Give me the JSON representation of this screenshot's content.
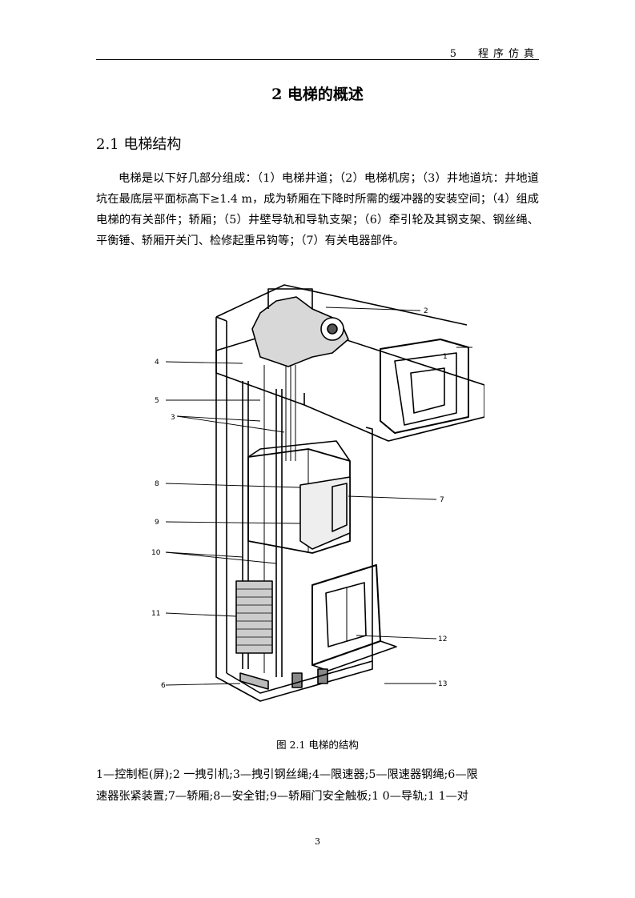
{
  "header": {
    "chapter_number": "5",
    "chapter_name": "程序仿真"
  },
  "chapter_title": "2 电梯的概述",
  "section_title": "2.1 电梯结构",
  "paragraph": "电梯是以下好几部分组成：（1）电梯井道；（2）电梯机房；（3）井地道坑：井地道坑在最底层平面标高下≥1.4 m，成为轿厢在下降时所需的缓冲器的安装空间；（4）组成电梯的有关部件；轿厢；（5）井壁导轨和导轨支架；（6）牵引轮及其钢支架、钢丝绳、平衡锤、轿厢开关门、检修起重吊钩等；（7）有关电器部件。",
  "figure": {
    "labels": [
      "1",
      "2",
      "3",
      "4",
      "5",
      "6",
      "7",
      "8",
      "9",
      "10",
      "11",
      "12",
      "13"
    ]
  },
  "caption": "图 2.1 电梯的结构",
  "legend_lines": [
    "1—控制柜(屏);2 一拽引机;3—拽引钢丝绳;4—限速器;5—限速器钢绳;6—限",
    "速器张紧装置;7—轿厢;8—安全钳;9—轿厢门安全触板;1 0—导轨;1 1—对"
  ],
  "page_number": "3"
}
